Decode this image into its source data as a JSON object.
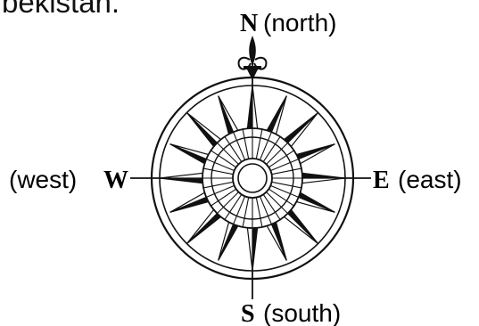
{
  "header": {
    "cropped_text": "bekistan."
  },
  "compass": {
    "directions": {
      "north": {
        "letter": "N",
        "word": "(north)"
      },
      "south": {
        "letter": "S",
        "word": "(south)"
      },
      "east": {
        "letter": "E",
        "word": "(east)"
      },
      "west": {
        "letter": "W",
        "word": "(west)"
      }
    },
    "colors": {
      "ink": "#111111",
      "background": "#ffffff"
    },
    "icon": "fleur-de-lis-icon"
  }
}
